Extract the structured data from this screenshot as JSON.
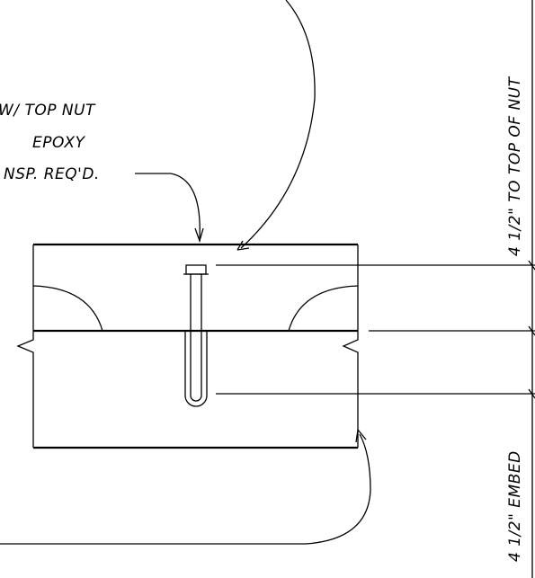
{
  "callout": {
    "line1": "W/ TOP NUT",
    "line2": "EPOXY",
    "line3": "NSP. REQ'D."
  },
  "dimensions": {
    "top_of_nut": "4 1/2\" TO TOP OF NUT",
    "embed": "4 1/2\" EMBED"
  },
  "colors": {
    "linework": "#000000",
    "background": "#ffffff"
  }
}
